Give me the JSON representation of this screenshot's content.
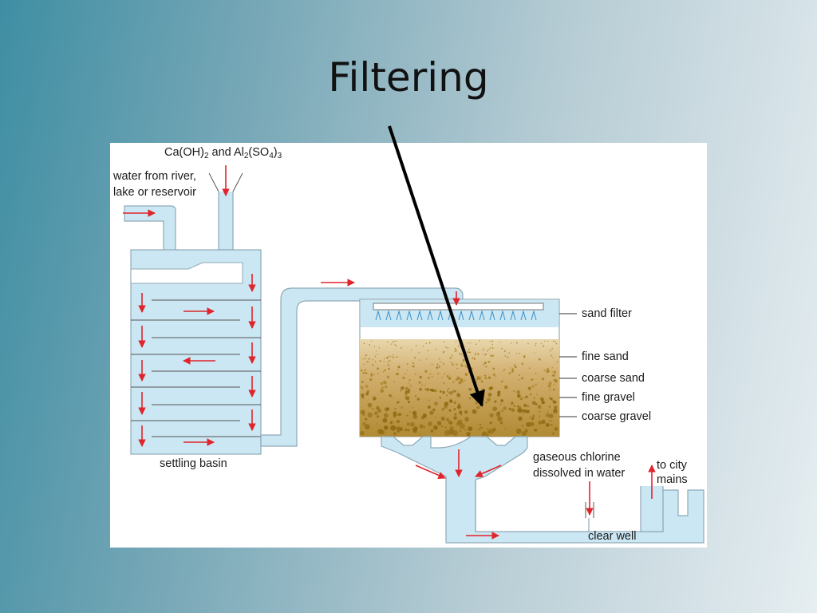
{
  "slide": {
    "title": "Filtering"
  },
  "diagram": {
    "chemicals_label": {
      "ca": "Ca(OH)",
      "ca_sub": "2",
      "and": " and Al",
      "al_sub": "2",
      "so": "(SO",
      "so_sub": "4",
      "close": ")",
      "close_sub": "3"
    },
    "source_label_line1": "water from river,",
    "source_label_line2": "lake or reservoir",
    "settling_basin_label": "settling basin",
    "sand_filter_label": "sand filter",
    "fine_sand_label": "fine sand",
    "coarse_sand_label": "coarse sand",
    "fine_gravel_label": "fine gravel",
    "coarse_gravel_label": "coarse gravel",
    "chlorine_label_line1": "gaseous chlorine",
    "chlorine_label_line2": "dissolved in water",
    "city_label_line1": "to city",
    "city_label_line2": "mains",
    "clear_well_label": "clear well",
    "colors": {
      "water": "#cbe7f3",
      "pipe_outline": "#8fa9b6",
      "flow_arrow": "#e0242b",
      "sand": "#c9a25a",
      "gravel": "#9a7418",
      "pointer": "#000000"
    }
  }
}
